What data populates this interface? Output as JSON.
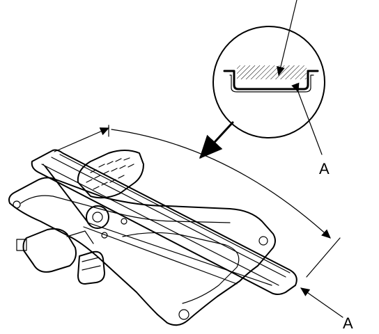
{
  "diagram": {
    "callouts": [
      {
        "id": "detail-callout",
        "label": "A"
      },
      {
        "id": "motor-end-callout",
        "label": "A"
      }
    ]
  },
  "colors": {
    "line": "#000000",
    "background": "#ffffff"
  }
}
